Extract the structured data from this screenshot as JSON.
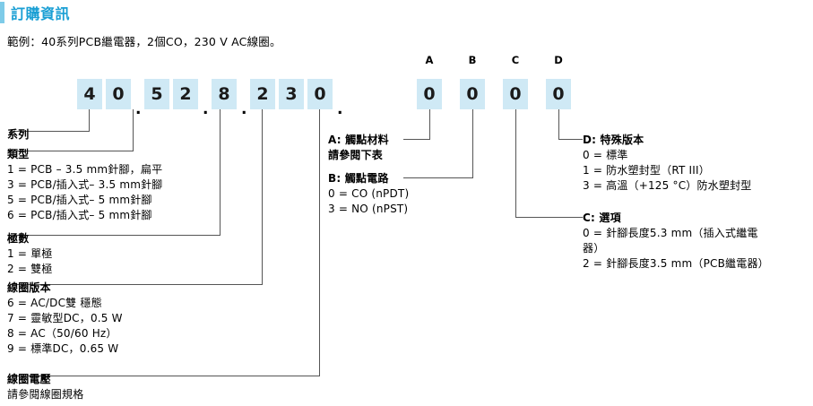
{
  "header": {
    "title": "訂購資訊",
    "example": "範例：40系列PCB繼電器，2個CO，230 V AC線圈。"
  },
  "code": {
    "column_headers": [
      "A",
      "B",
      "C",
      "D"
    ],
    "digits": [
      "4",
      "0",
      "5",
      "2",
      "8",
      "2",
      "3",
      "0",
      "0",
      "0",
      "0",
      "0"
    ],
    "separators": [
      ".",
      ".",
      ".",
      "."
    ]
  },
  "left_blocks": [
    {
      "heading": "系列",
      "lines": []
    },
    {
      "heading": "類型",
      "lines": [
        "1 = PCB – 3.5 mm針腳，扁平",
        "3 = PCB/插入式– 3.5 mm針腳",
        "5 = PCB/插入式– 5 mm針腳",
        "6 = PCB/插入式– 5 mm針腳"
      ]
    },
    {
      "heading": "極數",
      "lines": [
        "1 = 單極",
        "2 = 雙極"
      ]
    },
    {
      "heading": "線圈版本",
      "lines": [
        "6 = AC/DC雙 穩態",
        "7 = 靈敏型DC，0.5 W",
        "8 = AC（50/60 Hz）",
        "9 = 標準DC，0.65 W"
      ]
    },
    {
      "heading": "線圈電壓",
      "lines": [
        "請參閱線圈規格"
      ]
    }
  ],
  "mid_blocks": [
    {
      "heading": "A: 觸點材料",
      "lines": [
        "請參閱下表"
      ]
    },
    {
      "heading": "B: 觸點電路",
      "lines": [
        "0 = CO (nPDT)",
        "3 = NO (nPST)"
      ]
    }
  ],
  "right_blocks": [
    {
      "heading": "D: 特殊版本",
      "lines": [
        "0 = 標準",
        "1 = 防水塑封型（RT III）",
        "3 = 高溫（+125 °C）防水塑封型"
      ]
    },
    {
      "heading": "C: 選項",
      "lines": [
        "0 = 針腳長度5.3 mm（插入式繼電器）",
        "2 = 針腳長度3.5 mm（PCB繼電器）"
      ]
    }
  ],
  "colors": {
    "accent": "#1a9fd4",
    "bar": "#7ecbe8",
    "digit_bg": "#cfe9f5",
    "leader": "#555555"
  }
}
